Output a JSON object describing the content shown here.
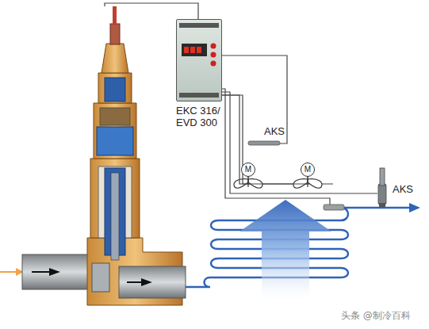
{
  "diagram": {
    "nodes": [
      {
        "text": [
          "EKC 316/ EVD 300"
        ]
      },
      {
        "text": [
          "M"
        ]
      },
      {
        "text": [
          "M"
        ]
      }
    ],
    "edges": [
      {
        "from": 0,
        "to": 1,
        "arrow": "none"
      },
      {
        "from": 0,
        "to": 2,
        "arrow": "none"
      }
    ],
    "labels": [
      "AKS",
      "AKS",
      "头条 @制冷百科"
    ]
  }
}
